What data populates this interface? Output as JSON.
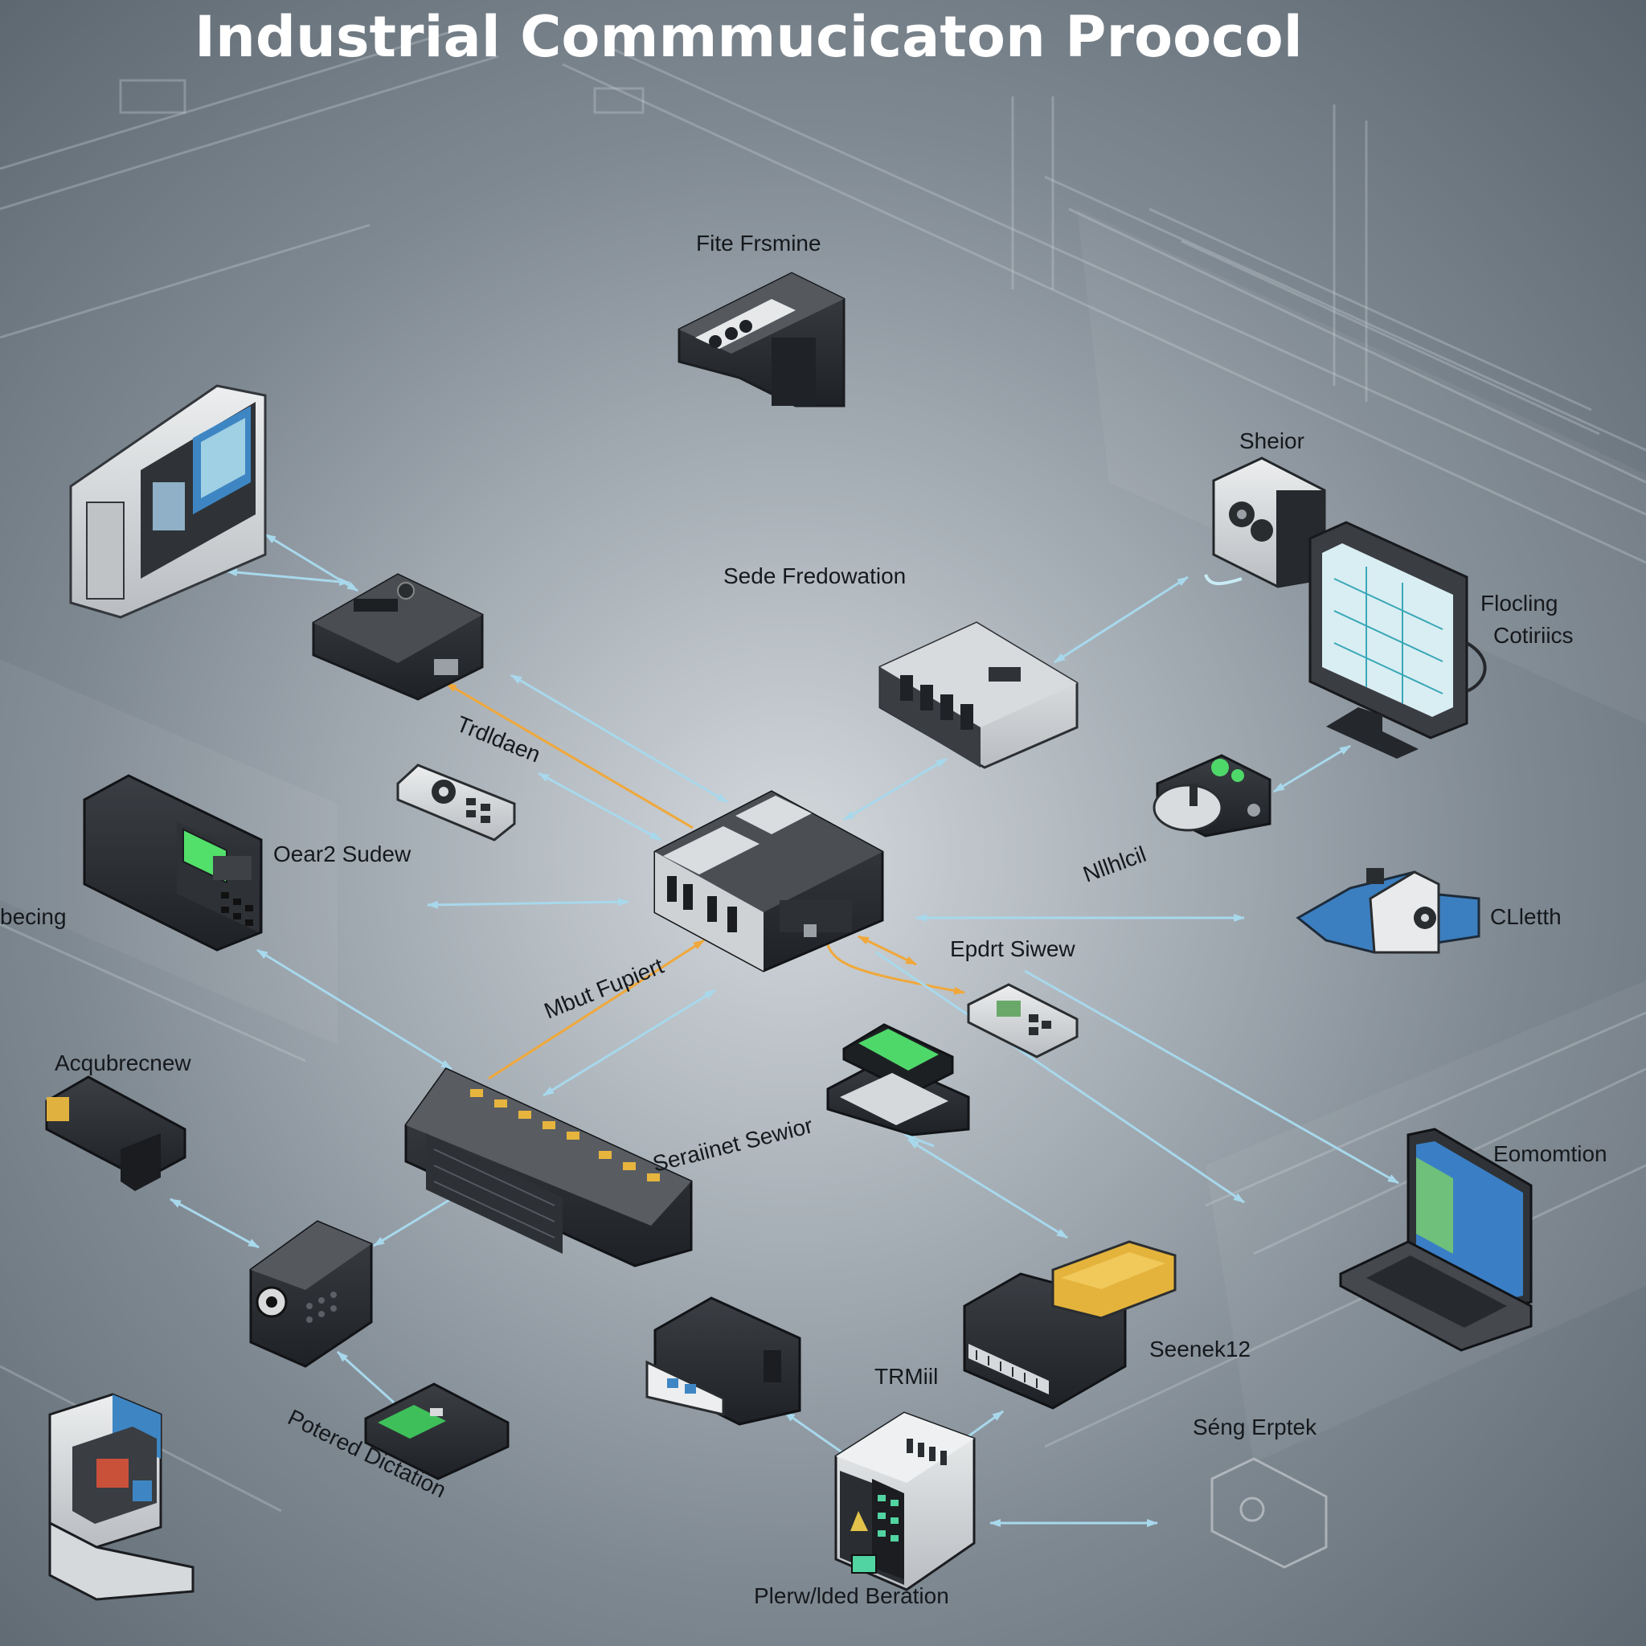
{
  "title": "Industrial Commmucicaton Proocol",
  "colors": {
    "background": "#8a939b",
    "link_blue": "#9fd0e4",
    "link_orange": "#f0a83a",
    "device_dark": "#2c2f33",
    "device_light": "#d8dadc",
    "screen_green": "#4fd86a",
    "screen_blue": "#3f86c9"
  },
  "labels": {
    "fite_frsmine": "Fite Frsmine",
    "sheior": "Sheior",
    "sede_fredowation": "Sede Fredowation",
    "flocling_cotiriics": [
      "Flocling",
      "Cotiriics"
    ],
    "trdldaen": "Trdldaen",
    "oear2_sudew": "Oear2 Sudew",
    "becing": "becing",
    "nllhlcil": "Nllhlcil",
    "clieth": "CLletth",
    "epdrt_siwew": "Epdrt Siwew",
    "mbut_fupiert": "Mbut Fupiert",
    "acqubrecnew": "Acqubrecnew",
    "seraiinet_sewior": "Seraiinet Sewior",
    "eomomtion": "Eomomtion",
    "seenek12": "Seenek12",
    "trmiil": "TRMiil",
    "seng_erptel": "Séng Erptek",
    "potered_dictation": "Potered Dictation",
    "plerw_lded_beration": "Plerw/lded Beration"
  },
  "nodes": [
    {
      "id": "hmi-panel",
      "icon": "hmi-panel-icon"
    },
    {
      "id": "fite-frsmine",
      "icon": "terminal-block-icon"
    },
    {
      "id": "gateway-module",
      "icon": "gateway-module-icon"
    },
    {
      "id": "sede-fredowation",
      "icon": "plc-rack-icon"
    },
    {
      "id": "sheior",
      "icon": "camera-sensor-icon"
    },
    {
      "id": "flocling-cotiriics",
      "icon": "monitor-icon"
    },
    {
      "id": "trdldaen",
      "icon": "remote-control-icon"
    },
    {
      "id": "oear2-sudew",
      "icon": "drive-controller-icon"
    },
    {
      "id": "central-plc",
      "icon": "central-plc-icon"
    },
    {
      "id": "nllhlcil",
      "icon": "sensor-module-icon"
    },
    {
      "id": "clieth",
      "icon": "robot-arm-icon"
    },
    {
      "id": "epdrt-siwew",
      "icon": "io-card-icon"
    },
    {
      "id": "green-display",
      "icon": "display-controller-icon"
    },
    {
      "id": "network-switch",
      "icon": "network-switch-icon"
    },
    {
      "id": "acqubrecnew",
      "icon": "connector-icon"
    },
    {
      "id": "io-module",
      "icon": "io-module-icon"
    },
    {
      "id": "potered-dictation",
      "icon": "relay-icon"
    },
    {
      "id": "trmiil",
      "icon": "power-supply-icon"
    },
    {
      "id": "seenek12",
      "icon": "serial-gateway-icon"
    },
    {
      "id": "eomomtion",
      "icon": "laptop-icon"
    },
    {
      "id": "plerw-lded-beration",
      "icon": "keypad-unit-icon"
    },
    {
      "id": "seng-erptel",
      "icon": "placeholder-device-icon"
    },
    {
      "id": "vending-station",
      "icon": "kiosk-icon"
    }
  ],
  "links": [
    {
      "from": "gateway-module",
      "to": "hmi-panel",
      "color": "blue"
    },
    {
      "from": "gateway-module",
      "to": "central-plc",
      "color": "orange"
    },
    {
      "from": "central-plc",
      "to": "gateway-module",
      "color": "blue"
    },
    {
      "from": "central-plc",
      "to": "trdldaen",
      "color": "blue"
    },
    {
      "from": "central-plc",
      "to": "sede-fredowation",
      "color": "blue"
    },
    {
      "from": "sede-fredowation",
      "to": "sheior",
      "color": "blue"
    },
    {
      "from": "nllhlcil",
      "to": "flocling-cotiriics",
      "color": "blue"
    },
    {
      "from": "central-plc",
      "to": "oear2-sudew",
      "color": "blue"
    },
    {
      "from": "central-plc",
      "to": "clieth",
      "color": "blue"
    },
    {
      "from": "central-plc",
      "to": "epdrt-siwew",
      "color": "orange"
    },
    {
      "from": "network-switch",
      "to": "central-plc",
      "color": "orange"
    },
    {
      "from": "network-switch",
      "to": "central-plc",
      "color": "blue"
    },
    {
      "from": "oear2-sudew",
      "to": "network-switch",
      "color": "blue"
    },
    {
      "from": "central-plc",
      "to": "seenek12",
      "color": "blue"
    },
    {
      "from": "epdrt-siwew",
      "to": "eomomtion",
      "color": "blue"
    },
    {
      "from": "acqubrecnew",
      "to": "io-module",
      "color": "blue"
    },
    {
      "from": "io-module",
      "to": "network-switch",
      "color": "blue"
    },
    {
      "from": "potered-dictation",
      "to": "io-module",
      "color": "blue"
    },
    {
      "from": "green-display",
      "to": "seenek12",
      "color": "blue"
    },
    {
      "from": "plerw-lded-beration",
      "to": "trmiil",
      "color": "blue"
    },
    {
      "from": "plerw-lded-beration",
      "to": "seenek12",
      "color": "blue"
    },
    {
      "from": "plerw-lded-beration",
      "to": "seng-erptel",
      "color": "blue"
    }
  ]
}
